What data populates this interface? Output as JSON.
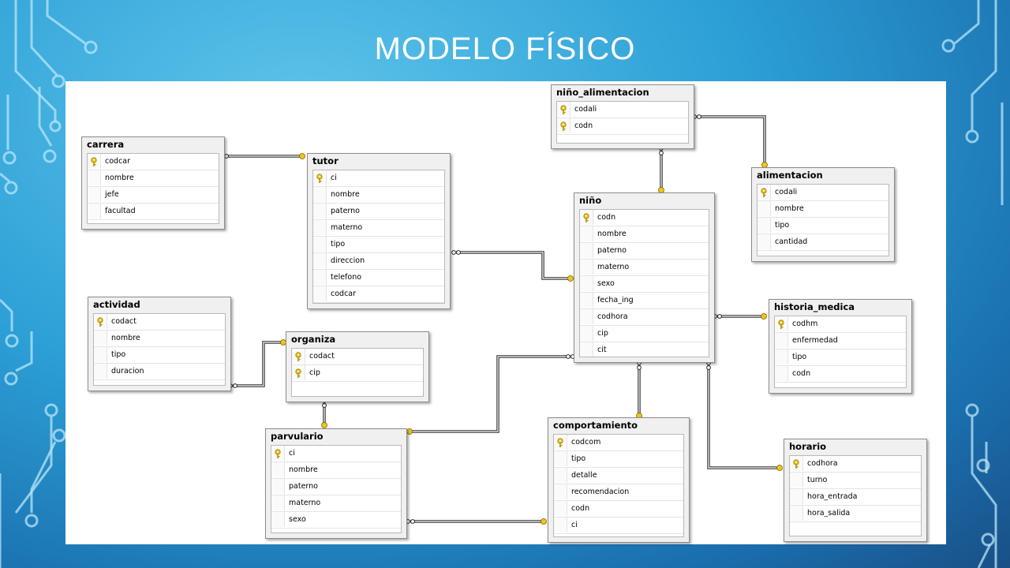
{
  "slide": {
    "title": "MODELO FÍSICO"
  },
  "colors": {
    "key": "#f0c419",
    "line": "#333333",
    "accent": "#2c9fd6"
  },
  "entities": [
    {
      "id": "carrera",
      "name": "carrera",
      "columns": [
        {
          "name": "codcar",
          "pk": true
        },
        {
          "name": "nombre",
          "pk": false
        },
        {
          "name": "jefe",
          "pk": false
        },
        {
          "name": "facultad",
          "pk": false
        }
      ]
    },
    {
      "id": "tutor",
      "name": "tutor",
      "columns": [
        {
          "name": "ci",
          "pk": true
        },
        {
          "name": "nombre",
          "pk": false
        },
        {
          "name": "paterno",
          "pk": false
        },
        {
          "name": "materno",
          "pk": false
        },
        {
          "name": "tipo",
          "pk": false
        },
        {
          "name": "direccion",
          "pk": false
        },
        {
          "name": "telefono",
          "pk": false
        },
        {
          "name": "codcar",
          "pk": false
        }
      ]
    },
    {
      "id": "nino_alimentacion",
      "name": "niño_alimentacion",
      "columns": [
        {
          "name": "codali",
          "pk": true
        },
        {
          "name": "codn",
          "pk": true
        }
      ]
    },
    {
      "id": "alimentacion",
      "name": "alimentacion",
      "columns": [
        {
          "name": "codali",
          "pk": true
        },
        {
          "name": "nombre",
          "pk": false
        },
        {
          "name": "tipo",
          "pk": false
        },
        {
          "name": "cantidad",
          "pk": false
        }
      ]
    },
    {
      "id": "nino",
      "name": "niño",
      "columns": [
        {
          "name": "codn",
          "pk": true
        },
        {
          "name": "nombre",
          "pk": false
        },
        {
          "name": "paterno",
          "pk": false
        },
        {
          "name": "materno",
          "pk": false
        },
        {
          "name": "sexo",
          "pk": false
        },
        {
          "name": "fecha_ing",
          "pk": false
        },
        {
          "name": "codhora",
          "pk": false
        },
        {
          "name": "cip",
          "pk": false
        },
        {
          "name": "cit",
          "pk": false
        }
      ]
    },
    {
      "id": "actividad",
      "name": "actividad",
      "columns": [
        {
          "name": "codact",
          "pk": true
        },
        {
          "name": "nombre",
          "pk": false
        },
        {
          "name": "tipo",
          "pk": false
        },
        {
          "name": "duracion",
          "pk": false
        }
      ]
    },
    {
      "id": "organiza",
      "name": "organiza",
      "columns": [
        {
          "name": "codact",
          "pk": true
        },
        {
          "name": "cip",
          "pk": true
        }
      ]
    },
    {
      "id": "historia_medica",
      "name": "historia_medica",
      "columns": [
        {
          "name": "codhm",
          "pk": true
        },
        {
          "name": "enfermedad",
          "pk": false
        },
        {
          "name": "tipo",
          "pk": false
        },
        {
          "name": "codn",
          "pk": false
        }
      ]
    },
    {
      "id": "parvulario",
      "name": "parvulario",
      "columns": [
        {
          "name": "ci",
          "pk": true
        },
        {
          "name": "nombre",
          "pk": false
        },
        {
          "name": "paterno",
          "pk": false
        },
        {
          "name": "materno",
          "pk": false
        },
        {
          "name": "sexo",
          "pk": false
        }
      ]
    },
    {
      "id": "comportamiento",
      "name": "comportamiento",
      "columns": [
        {
          "name": "codcom",
          "pk": true
        },
        {
          "name": "tipo",
          "pk": false
        },
        {
          "name": "detalle",
          "pk": false
        },
        {
          "name": "recomendacion",
          "pk": false
        },
        {
          "name": "codn",
          "pk": false
        },
        {
          "name": "ci",
          "pk": false
        }
      ]
    },
    {
      "id": "horario",
      "name": "horario",
      "columns": [
        {
          "name": "codhora",
          "pk": true
        },
        {
          "name": "turno",
          "pk": false
        },
        {
          "name": "hora_entrada",
          "pk": false
        },
        {
          "name": "hora_salida",
          "pk": false
        }
      ]
    }
  ],
  "relationships": [
    {
      "from": "tutor",
      "to": "carrera"
    },
    {
      "from": "nino",
      "to": "tutor"
    },
    {
      "from": "nino_alimentacion",
      "to": "nino"
    },
    {
      "from": "nino_alimentacion",
      "to": "alimentacion"
    },
    {
      "from": "historia_medica",
      "to": "nino"
    },
    {
      "from": "organiza",
      "to": "actividad"
    },
    {
      "from": "organiza",
      "to": "parvulario"
    },
    {
      "from": "nino",
      "to": "parvulario"
    },
    {
      "from": "comportamiento",
      "to": "nino"
    },
    {
      "from": "comportamiento",
      "to": "parvulario"
    },
    {
      "from": "nino",
      "to": "horario"
    }
  ]
}
